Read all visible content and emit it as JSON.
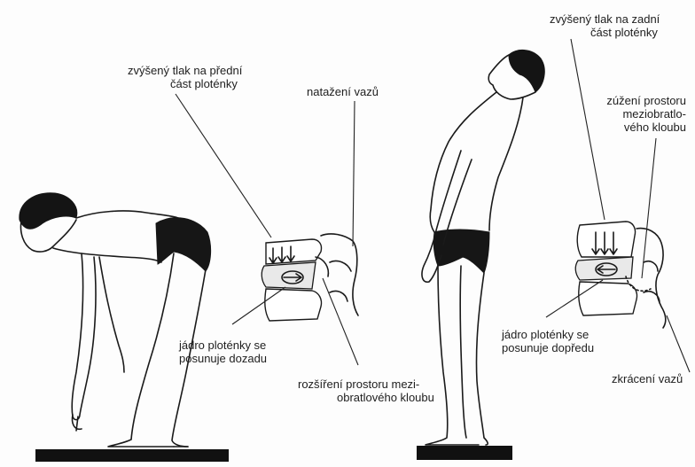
{
  "labels": {
    "front_pressure": [
      "zvýšený tlak na přední",
      "část ploténky"
    ],
    "ligament_stretch": [
      "natažení vazů"
    ],
    "nucleus_back": [
      "jádro ploténky se",
      "posunuje dozadu"
    ],
    "joint_widening": [
      "rozšíření prostoru mezi-",
      "obratlového kloubu"
    ],
    "back_pressure": [
      "zvýšený tlak na zadní",
      "část ploténky"
    ],
    "joint_narrowing": [
      "zúžení prostoru",
      "meziobratlo-",
      "vého kloubu"
    ],
    "nucleus_forward": [
      "jádro ploténky se",
      "posunuje dopředu"
    ],
    "ligament_shortening": [
      "zkrácení vazů"
    ]
  }
}
